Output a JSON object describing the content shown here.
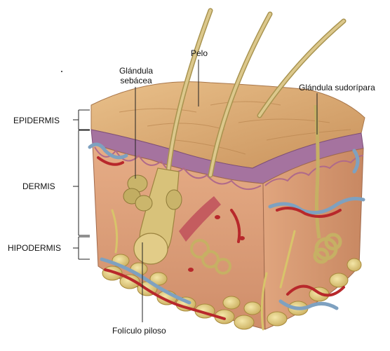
{
  "labels": {
    "pelo": "Pelo",
    "glandula_sebacea_line1": "Glándula",
    "glandula_sebacea_line2": "sebácea",
    "glandula_sudoripara": "Glándula sudorípara",
    "epidermis": "EPIDERMIS",
    "dermis": "DERMIS",
    "hipodermis": "HIPODERMIS",
    "foliculo_piloso": "Folículo piloso"
  },
  "colors": {
    "epidermis_top": "#d9a86c",
    "dermis_side": "#e2a07c",
    "hypodermis_fat": "#e7d38a",
    "purple_layer": "#9a6fa0",
    "hair": "#c9b47a",
    "vein_blue": "#7ea1c0",
    "artery_red": "#b8282b",
    "nerve_yellow": "#d8c46a"
  }
}
